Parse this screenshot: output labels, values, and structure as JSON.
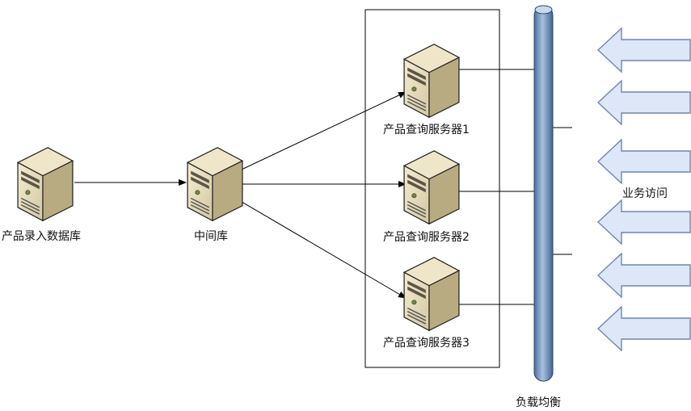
{
  "nodes": {
    "source": {
      "label": "产品录入数据库",
      "icon": "server-icon"
    },
    "middle": {
      "label": "中间库",
      "icon": "server-icon"
    },
    "query1": {
      "label": "产品查询服务器1",
      "icon": "server-icon"
    },
    "query2": {
      "label": "产品查询服务器2",
      "icon": "server-icon"
    },
    "query3": {
      "label": "产品查询服务器3",
      "icon": "server-icon"
    }
  },
  "load_balancer": {
    "label": "负载均衡"
  },
  "business_access": {
    "label": "业务访问",
    "arrow_count": 6
  },
  "colors": {
    "server_body": "#e6dcbd",
    "server_side": "#b9ad85",
    "balancer_fill": "#7f9fc6",
    "arrow_fill": "#dde7f7",
    "arrow_stroke": "#6f86ad",
    "line": "#000000"
  }
}
